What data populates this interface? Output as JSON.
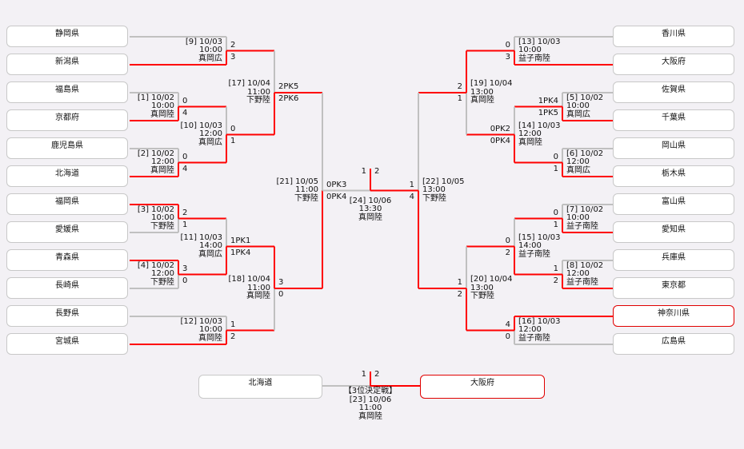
{
  "left": {
    "teams": [
      {
        "name": "静岡県"
      },
      {
        "name": "新潟県"
      },
      {
        "name": "福島県"
      },
      {
        "name": "京都府"
      },
      {
        "name": "鹿児島県"
      },
      {
        "name": "北海道"
      },
      {
        "name": "福岡県"
      },
      {
        "name": "愛媛県"
      },
      {
        "name": "青森県"
      },
      {
        "name": "長崎県"
      },
      {
        "name": "長野県"
      },
      {
        "name": "宮城県"
      }
    ]
  },
  "right": {
    "teams": [
      {
        "name": "香川県"
      },
      {
        "name": "大阪府"
      },
      {
        "name": "佐賀県"
      },
      {
        "name": "千葉県"
      },
      {
        "name": "岡山県"
      },
      {
        "name": "栃木県"
      },
      {
        "name": "富山県"
      },
      {
        "name": "愛知県"
      },
      {
        "name": "兵庫県"
      },
      {
        "name": "東京都"
      },
      {
        "name": "神奈川県",
        "highlighted": true
      },
      {
        "name": "広島県"
      }
    ]
  },
  "matches": {
    "m9": {
      "header": "[9] 10/03",
      "time": "10:00",
      "venue": "真岡広",
      "score_top": "2",
      "score_bottom": "3",
      "winner": "bottom"
    },
    "m1": {
      "header": "[1] 10/02",
      "time": "10:00",
      "venue": "真岡陸",
      "score_top": "0",
      "score_bottom": "4",
      "winner": "bottom"
    },
    "m2": {
      "header": "[2] 10/02",
      "time": "12:00",
      "venue": "真岡陸",
      "score_top": "0",
      "score_bottom": "4",
      "winner": "bottom"
    },
    "m10": {
      "header": "[10] 10/03",
      "time": "12:00",
      "venue": "真岡広",
      "score_top": "0",
      "score_bottom": "1",
      "winner": "bottom"
    },
    "m17": {
      "header": "[17] 10/04",
      "time": "11:00",
      "venue": "下野陸",
      "score_top": "2PK5",
      "score_bottom": "2PK6",
      "winner": "bottom"
    },
    "m3": {
      "header": "[3] 10/02",
      "time": "10:00",
      "venue": "下野陸",
      "score_top": "2",
      "score_bottom": "1",
      "winner": "top"
    },
    "m4": {
      "header": "[4] 10/02",
      "time": "12:00",
      "venue": "下野陸",
      "score_top": "3",
      "score_bottom": "0",
      "winner": "top"
    },
    "m11": {
      "header": "[11] 10/03",
      "time": "14:00",
      "venue": "真岡広",
      "score_top": "1PK1",
      "score_bottom": "1PK4",
      "winner": "bottom"
    },
    "m12": {
      "header": "[12] 10/03",
      "time": "10:00",
      "venue": "真岡陸",
      "score_top": "1",
      "score_bottom": "2",
      "winner": "bottom"
    },
    "m18": {
      "header": "[18] 10/04",
      "time": "11:00",
      "venue": "真岡陸",
      "score_top": "3",
      "score_bottom": "0",
      "winner": "top"
    },
    "m21": {
      "header": "[21] 10/05",
      "time": "11:00",
      "venue": "下野陸",
      "score_top": "0PK3",
      "score_bottom": "0PK4",
      "winner": "bottom"
    },
    "m13": {
      "header": "[13] 10/03",
      "time": "10:00",
      "venue": "益子南陸",
      "score_top": "0",
      "score_bottom": "3",
      "winner": "bottom"
    },
    "m5": {
      "header": "[5] 10/02",
      "time": "10:00",
      "venue": "真岡広",
      "score_top": "1PK4",
      "score_bottom": "1PK5",
      "winner": "bottom"
    },
    "m6": {
      "header": "[6] 10/02",
      "time": "12:00",
      "venue": "真岡広",
      "score_top": "0",
      "score_bottom": "1",
      "winner": "bottom"
    },
    "m14": {
      "header": "[14] 10/03",
      "time": "12:00",
      "venue": "真岡陸",
      "score_top": "0PK2",
      "score_bottom": "0PK4",
      "winner": "bottom"
    },
    "m19": {
      "header": "[19] 10/04",
      "time": "13:00",
      "venue": "真岡陸",
      "score_top": "2",
      "score_bottom": "1",
      "winner": "top"
    },
    "m7": {
      "header": "[7] 10/02",
      "time": "10:00",
      "venue": "益子南陸",
      "score_top": "0",
      "score_bottom": "1",
      "winner": "bottom"
    },
    "m8": {
      "header": "[8] 10/02",
      "time": "12:00",
      "venue": "益子南陸",
      "score_top": "1",
      "score_bottom": "2",
      "winner": "bottom"
    },
    "m15": {
      "header": "[15] 10/03",
      "time": "14:00",
      "venue": "益子南陸",
      "score_top": "0",
      "score_bottom": "2",
      "winner": "bottom"
    },
    "m16": {
      "header": "[16] 10/03",
      "time": "12:00",
      "venue": "益子南陸",
      "score_top": "4",
      "score_bottom": "0",
      "winner": "top"
    },
    "m20": {
      "header": "[20] 10/04",
      "time": "13:00",
      "venue": "下野陸",
      "score_top": "1",
      "score_bottom": "2",
      "winner": "bottom"
    },
    "m22": {
      "header": "[22] 10/05",
      "time": "13:00",
      "venue": "下野陸",
      "score_top": "1",
      "score_bottom": "4",
      "winner": "bottom"
    }
  },
  "final": {
    "header": "[24] 10/06",
    "time": "13:30",
    "venue": "真岡陸",
    "score_left": "1",
    "score_right": "2",
    "winner": "right"
  },
  "third_place": {
    "title": "【3位決定戦】",
    "header": "[23] 10/06",
    "time": "11:00",
    "venue": "真岡陸",
    "score_left": "1",
    "score_right": "2",
    "winner": "right",
    "team_left": {
      "name": "北海道"
    },
    "team_right": {
      "name": "大阪府",
      "highlighted": true
    }
  },
  "colors": {
    "win": "#ff0000",
    "line": "#c0c0c0",
    "highlight": "#e00000"
  }
}
